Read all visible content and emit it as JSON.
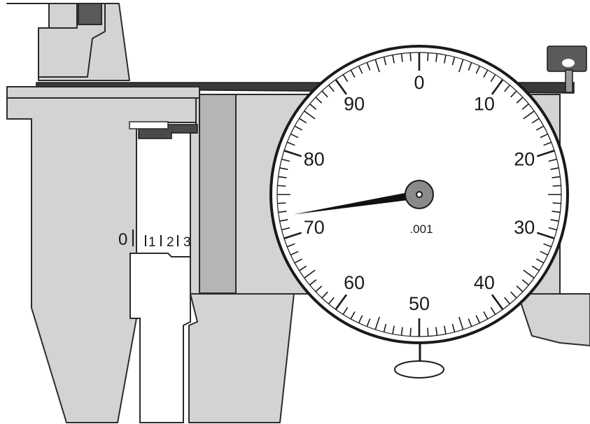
{
  "diagram": {
    "dial": {
      "numbers": [
        "0",
        "10",
        "20",
        "30",
        "40",
        "50",
        "60",
        "70",
        "80",
        "90"
      ],
      "divisions": 100,
      "unit_label": ".001",
      "needle_reading": 72.5,
      "colors": {
        "face": "#ffffff",
        "rim": "#1a1a1a",
        "needle": "#111111",
        "hub": "#8a8a8a"
      }
    },
    "main_scale": {
      "labels": [
        "0",
        "1",
        "2",
        "3"
      ]
    },
    "colors": {
      "body": "#d3d3d3",
      "outline": "#2b2b2b",
      "beam": "#3a3a3a",
      "block": "#b5b5b5",
      "dark_part": "#5a5a5a"
    }
  }
}
